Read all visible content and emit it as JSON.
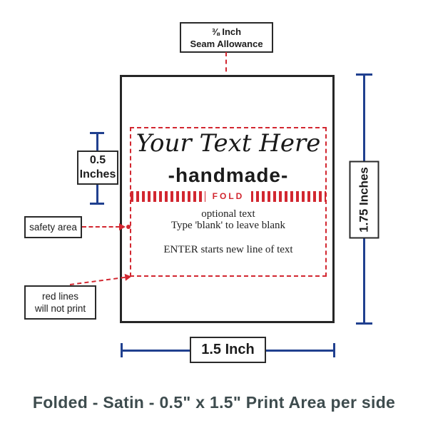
{
  "seam_allowance": {
    "line1": "⅜ Inch",
    "line2": "Seam Allowance"
  },
  "label_content": {
    "your_text": "Your Text Here",
    "handmade": "-handmade-",
    "fold": "FOLD",
    "optional_line1": "optional text",
    "optional_line2": "Type 'blank' to leave blank",
    "enter_line": "ENTER starts new line of text"
  },
  "measurements": {
    "left": "0.5 Inches",
    "right": "1.75 Inches",
    "bottom": "1.5 Inch"
  },
  "callouts": {
    "safety_area": "safety area",
    "red_lines_line1": "red lines",
    "red_lines_line2": "will not print"
  },
  "caption": "Folded - Satin - 0.5\" x 1.5\" Print Area per side",
  "colors": {
    "red": "#d22730",
    "navy": "#20408f",
    "caption_text": "#3e4c4e",
    "label_border": "#262626"
  }
}
